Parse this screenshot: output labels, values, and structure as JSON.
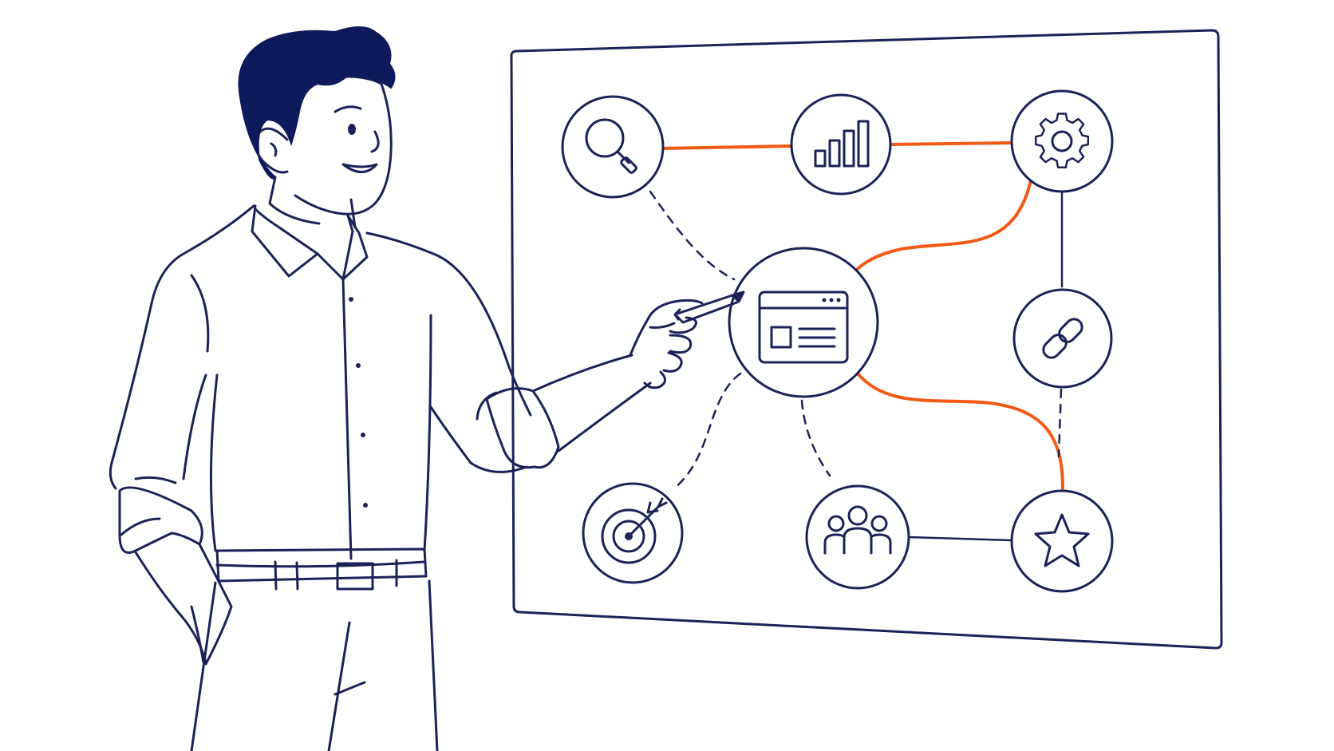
{
  "colors": {
    "ink": "#1b2257",
    "hair": "#0f1a5c",
    "accent": "#f05a14",
    "background": "#ffffff"
  },
  "board": {
    "nodes": [
      {
        "id": "search",
        "icon": "magnifier-icon"
      },
      {
        "id": "analytics",
        "icon": "bar-chart-icon"
      },
      {
        "id": "settings",
        "icon": "gear-icon"
      },
      {
        "id": "website",
        "icon": "browser-window-icon"
      },
      {
        "id": "link",
        "icon": "chain-link-icon"
      },
      {
        "id": "target",
        "icon": "target-arrow-icon"
      },
      {
        "id": "team",
        "icon": "people-group-icon"
      },
      {
        "id": "rating",
        "icon": "star-icon"
      }
    ],
    "connections": [
      {
        "from": "search",
        "to": "analytics",
        "style": "accent"
      },
      {
        "from": "analytics",
        "to": "settings",
        "style": "accent"
      },
      {
        "from": "settings",
        "to": "website",
        "style": "accent"
      },
      {
        "from": "website",
        "to": "rating",
        "style": "accent"
      },
      {
        "from": "search",
        "to": "website",
        "style": "dashed"
      },
      {
        "from": "website",
        "to": "target",
        "style": "dashed"
      },
      {
        "from": "website",
        "to": "team",
        "style": "dashed"
      },
      {
        "from": "settings",
        "to": "link",
        "style": "solid"
      },
      {
        "from": "link",
        "to": "rating",
        "style": "dashed"
      },
      {
        "from": "team",
        "to": "rating",
        "style": "solid"
      }
    ]
  },
  "figure": {
    "icon": "presenter-illustration",
    "holding": "pen-icon"
  }
}
